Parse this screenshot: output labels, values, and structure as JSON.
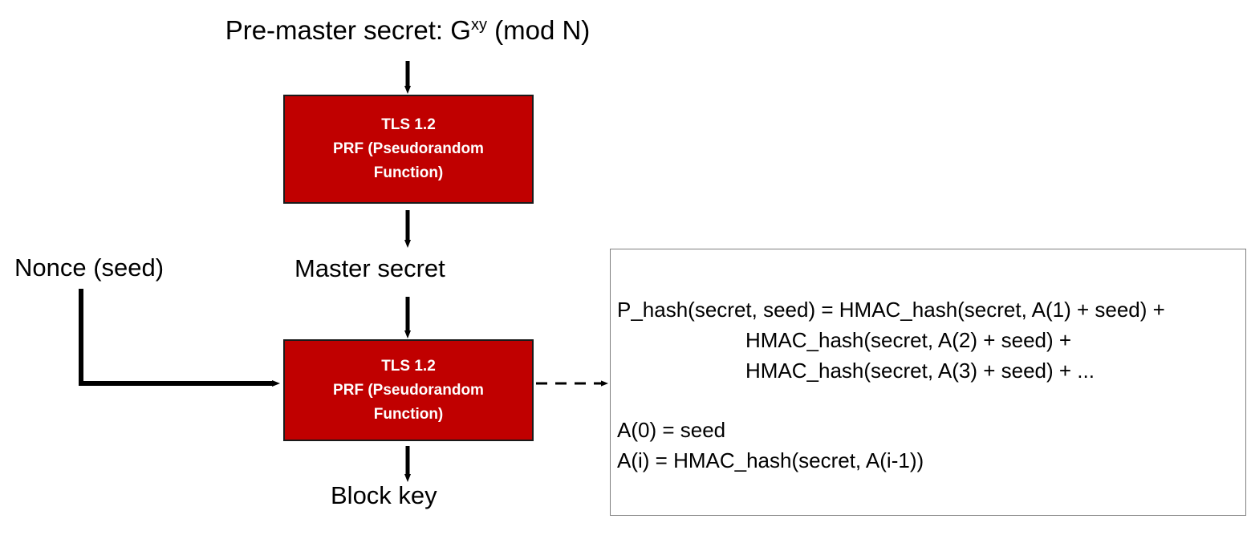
{
  "diagram": {
    "title": {
      "prefix": "Pre-master secret: G",
      "exponent": "xy",
      "suffix": " (mod N)"
    },
    "labels": {
      "nonce": "Nonce (seed)",
      "master_secret": "Master secret",
      "block_key": "Block key"
    },
    "prf_box": {
      "line1": "TLS 1.2",
      "line2": "PRF (Pseudorandom",
      "line3": "Function)"
    },
    "formula_panel": {
      "line1": "P_hash(secret, seed) = HMAC_hash(secret, A(1) + seed) +",
      "line2": "HMAC_hash(secret, A(2) + seed) +",
      "line3": "HMAC_hash(secret, A(3) + seed) + ...",
      "line4": "A(0) = seed",
      "line5": "A(i) = HMAC_hash(secret, A(i-1))"
    },
    "colors": {
      "box_fill": "#C00000",
      "box_border": "#1A1A1A",
      "box_text": "#FFFFFF",
      "panel_border": "#808080",
      "arrow": "#000000",
      "background": "#FFFFFF"
    }
  }
}
